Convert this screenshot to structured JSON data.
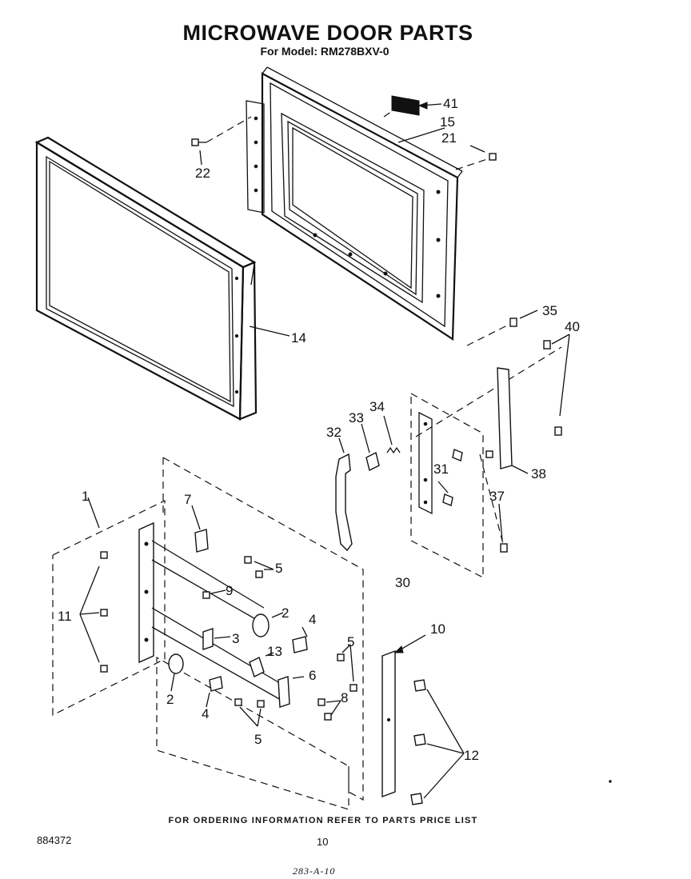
{
  "header": {
    "title": "MICROWAVE DOOR PARTS",
    "subtitle": "For Model: RM278BXV-0"
  },
  "callouts": [
    "1",
    "2",
    "2",
    "3",
    "4",
    "4",
    "5",
    "5",
    "5",
    "6",
    "7",
    "8",
    "9",
    "10",
    "11",
    "12",
    "13",
    "14",
    "15",
    "21",
    "22",
    "30",
    "31",
    "32",
    "33",
    "34",
    "35",
    "37",
    "38",
    "40",
    "41"
  ],
  "footer": {
    "ordering_note": "FOR ORDERING INFORMATION REFER TO PARTS PRICE LIST",
    "doc_number": "884372",
    "page_number": "10",
    "handwritten_note": "283-A-10"
  }
}
